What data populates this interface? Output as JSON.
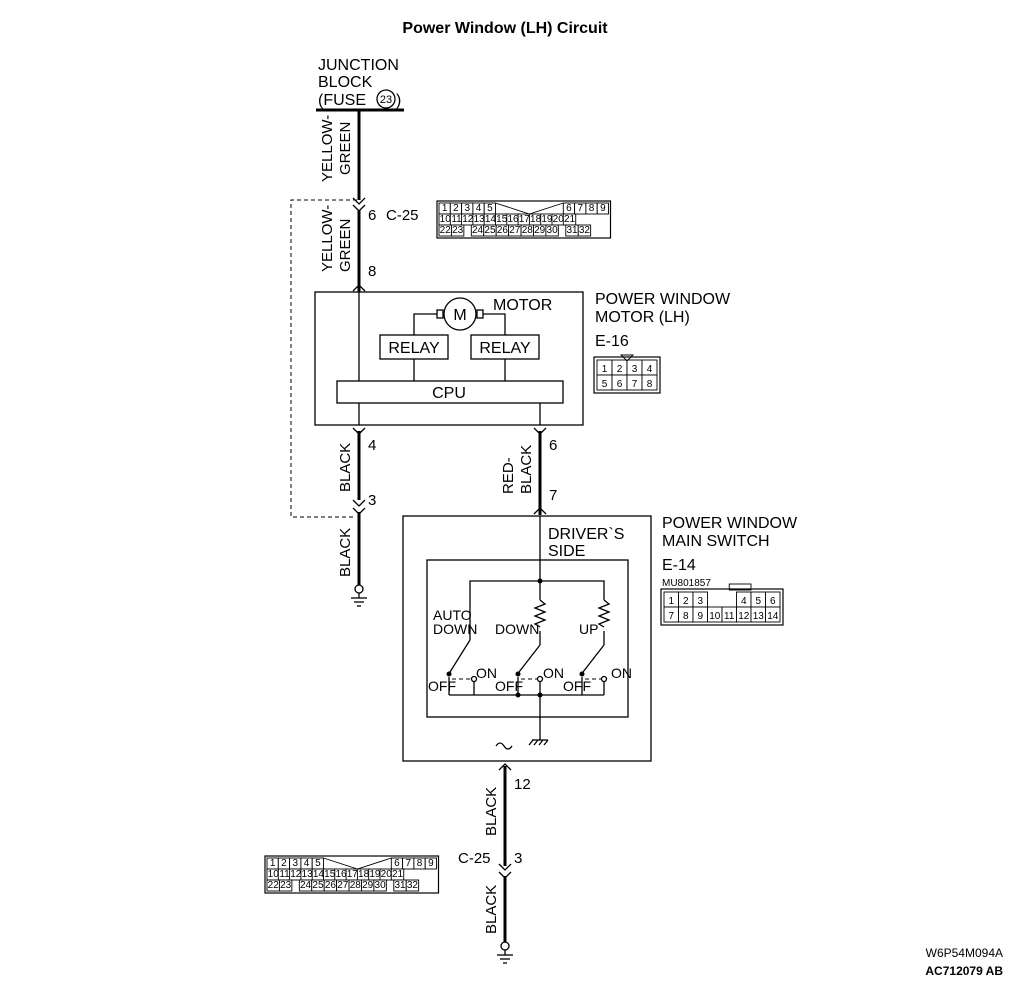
{
  "title": "Power Window (LH) Circuit",
  "junction_block": {
    "line1": "JUNCTION",
    "line2": "BLOCK",
    "line3a": "(FUSE",
    "fuse_no": "23",
    "line3b": ")"
  },
  "motor_unit": {
    "name_line1": "POWER WINDOW",
    "name_line2": "MOTOR (LH)",
    "connector_id": "E-16",
    "motor_label": "MOTOR",
    "motor_symbol": "M",
    "relay_left": "RELAY",
    "relay_right": "RELAY",
    "cpu_label": "CPU",
    "pins_top": [
      "1",
      "2",
      "3",
      "4"
    ],
    "pins_bottom": [
      "5",
      "6",
      "7",
      "8"
    ]
  },
  "main_switch": {
    "name_line1": "POWER WINDOW",
    "name_line2": "MAIN SWITCH",
    "connector_id": "E-14",
    "part_no": "MU801857",
    "side_line1": "DRIVER`S",
    "side_line2": "SIDE",
    "switches": [
      {
        "label_line1": "AUTO",
        "label_line2": "DOWN",
        "off": "OFF",
        "on": "ON"
      },
      {
        "label_line1": "DOWN",
        "label_line2": "",
        "off": "OFF",
        "on": "ON"
      },
      {
        "label_line1": "UP",
        "label_line2": "",
        "off": "OFF",
        "on": "ON"
      }
    ],
    "pins_top": [
      "1",
      "2",
      "3",
      "4",
      "5",
      "6"
    ],
    "pins_bottom": [
      "7",
      "8",
      "9",
      "10",
      "11",
      "12",
      "13",
      "14"
    ]
  },
  "c25_connector": {
    "id": "C-25",
    "row1": [
      "1",
      "2",
      "3",
      "4",
      "5",
      "6",
      "7",
      "8",
      "9"
    ],
    "row2": [
      "10",
      "11",
      "12",
      "13",
      "14",
      "15",
      "16",
      "17",
      "18",
      "19",
      "20",
      "21"
    ],
    "row3": [
      "22",
      "23",
      "24",
      "25",
      "26",
      "27",
      "28",
      "29",
      "30",
      "31",
      "32"
    ]
  },
  "wires": {
    "yellow_green_1": [
      "YELLOW-",
      "GREEN"
    ],
    "yellow_green_2": [
      "YELLOW-",
      "GREEN"
    ],
    "black_1": "BLACK",
    "black_2": "BLACK",
    "red_black": [
      "RED-",
      "BLACK"
    ],
    "black_3": "BLACK",
    "black_4": "BLACK"
  },
  "pins": {
    "c25_upper": "6",
    "c25_upper_id": "C-25",
    "motor_in": "8",
    "motor_gnd": "4",
    "c25_left_lower": "3",
    "motor_out": "6",
    "switch_in": "7",
    "switch_gnd": "12",
    "c25_bottom_id": "C-25",
    "c25_bottom": "3"
  },
  "footer": {
    "code1": "W6P54M094A",
    "code2": "AC712079 AB"
  }
}
